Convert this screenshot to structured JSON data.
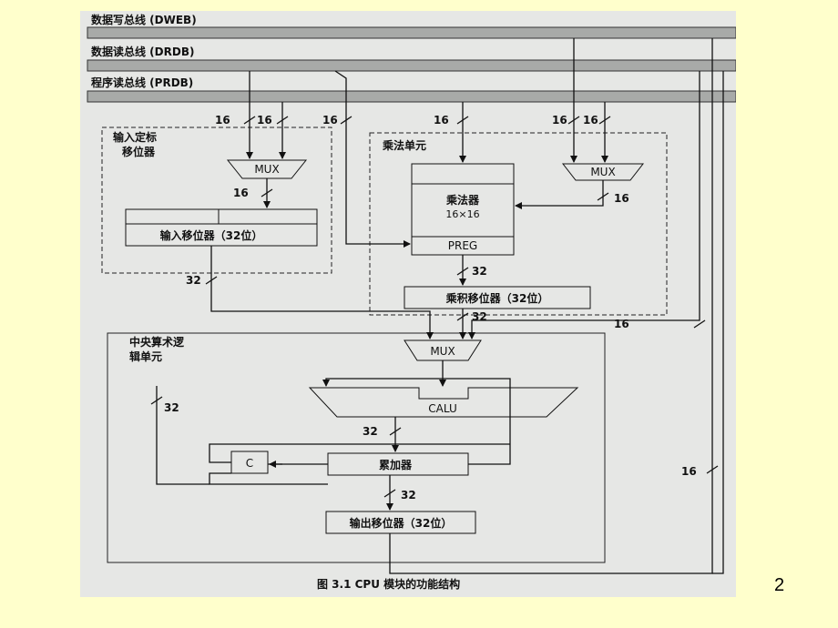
{
  "buses": {
    "dweb": "数据写总线 (DWEB)",
    "drdb": "数据读总线 (DRDB)",
    "prdb": "程序读总线 (PRDB)"
  },
  "input_shifter_unit": {
    "title_line1": "输入定标",
    "title_line2": "移位器",
    "mux": "MUX",
    "shifter": "输入移位器（32位）"
  },
  "multiplier_unit": {
    "title": "乘法单元",
    "multiplier_line1": "乘法器",
    "multiplier_line2": "16×16",
    "preg": "PREG",
    "product_shifter": "乘积移位器（32位）",
    "mux": "MUX"
  },
  "calu_unit": {
    "title_line1": "中央算术逻",
    "title_line2": "辑单元",
    "mux": "MUX",
    "calu": "CALU",
    "carry": "C",
    "accumulator": "累加器",
    "output_shifter": "输出移位器（32位）"
  },
  "widths": {
    "w16": "16",
    "w32": "32"
  },
  "caption": "图 3.1   CPU 模块的功能结构",
  "page_number": "2"
}
